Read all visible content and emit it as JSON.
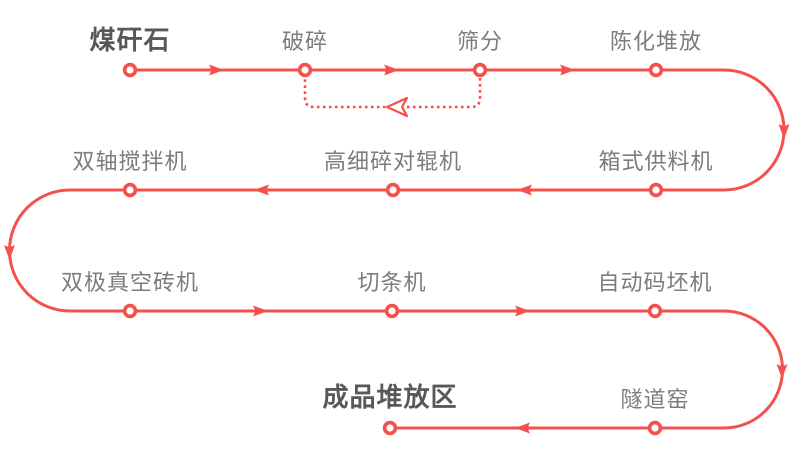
{
  "diagram": {
    "type": "process-flow",
    "description": "Coal gangue brick production line serpentine flow",
    "accent_color": "#f4514d",
    "label_color": "#7c7c7c",
    "emphasis_label_color": "#595757",
    "background_color": "#ffffff",
    "nodes": [
      {
        "label": "煤矸石",
        "emphasis": true
      },
      {
        "label": "破碎",
        "emphasis": false
      },
      {
        "label": "筛分",
        "emphasis": false
      },
      {
        "label": "陈化堆放",
        "emphasis": false
      },
      {
        "label": "箱式供料机",
        "emphasis": false
      },
      {
        "label": "高细碎对辊机",
        "emphasis": false
      },
      {
        "label": "双轴搅拌机",
        "emphasis": false
      },
      {
        "label": "双极真空砖机",
        "emphasis": false
      },
      {
        "label": "切条机",
        "emphasis": false
      },
      {
        "label": "自动码坯机",
        "emphasis": false
      },
      {
        "label": "隧道窑",
        "emphasis": false
      },
      {
        "label": "成品堆放区",
        "emphasis": true
      }
    ],
    "flow_order": [
      "煤矸石",
      "破碎",
      "筛分",
      "陈化堆放",
      "箱式供料机",
      "高细碎对辊机",
      "双轴搅拌机",
      "双极真空砖机",
      "切条机",
      "自动码坯机",
      "隧道窑",
      "成品堆放区"
    ],
    "feedback_loop": {
      "from": "筛分",
      "to": "破碎",
      "style": "dotted"
    }
  }
}
